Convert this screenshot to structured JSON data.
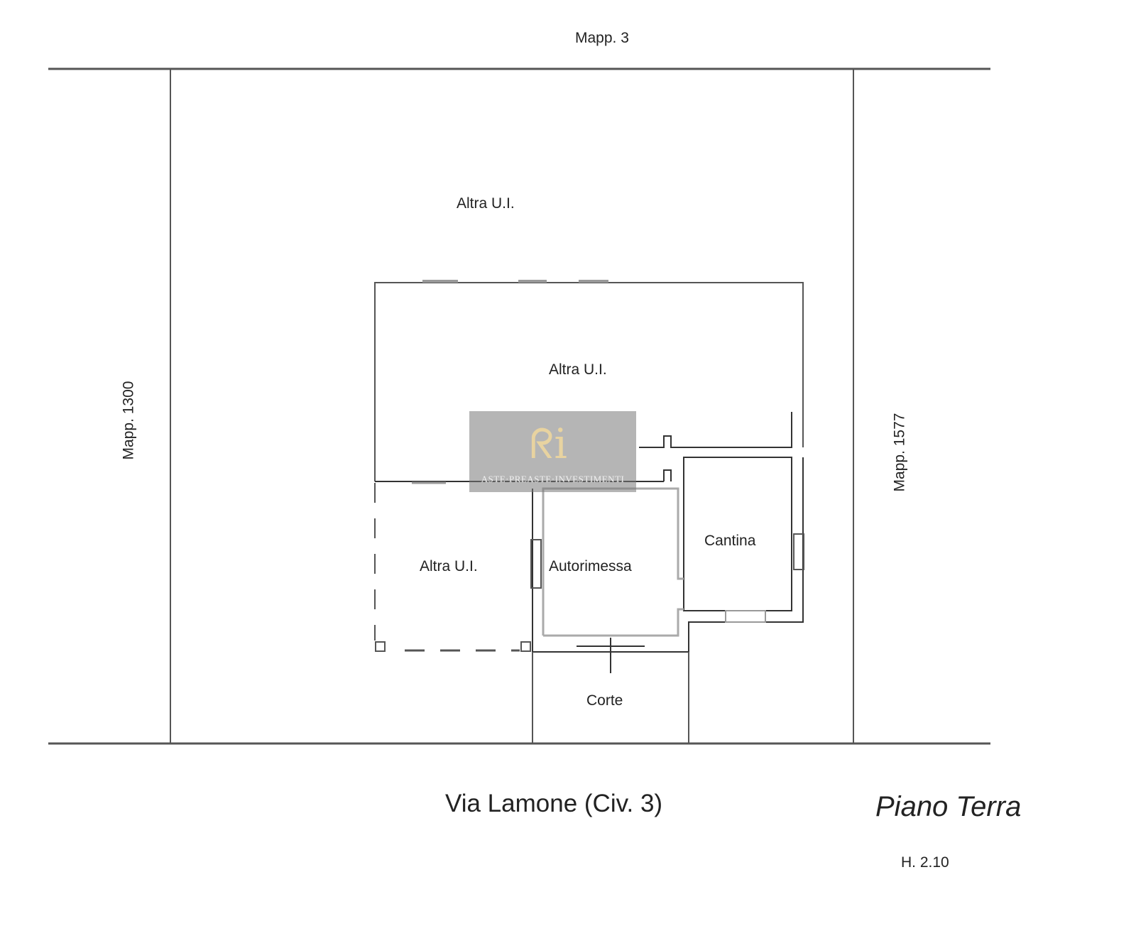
{
  "labels": {
    "top_parcel": "Mapp. 3",
    "left_parcel": "Mapp. 1300",
    "right_parcel": "Mapp. 1577",
    "other_unit_top": "Altra U.I.",
    "other_unit_middle": "Altra U.I.",
    "other_unit_left": "Altra U.I.",
    "garage": "Autorimessa",
    "cellar": "Cantina",
    "courtyard": "Corte",
    "street": "Via Lamone (Civ. 3)",
    "floor": "Piano Terra",
    "height": "H. 2.10"
  },
  "watermark": {
    "logo": "RI",
    "text": "ASTE·PREASTE·INVESTIMENTI"
  }
}
